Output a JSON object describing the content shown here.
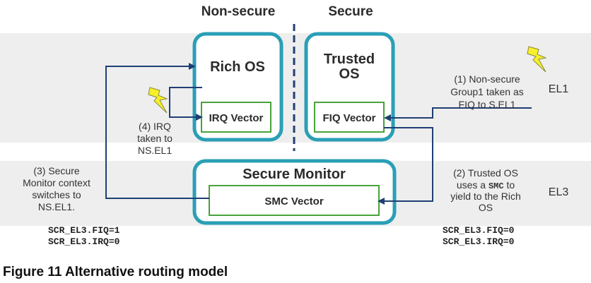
{
  "headers": {
    "non_secure": "Non-secure",
    "secure": "Secure"
  },
  "levels": {
    "el1": "EL1",
    "el3": "EL3"
  },
  "boxes": {
    "rich_os": "Rich OS",
    "trusted_os_line1": "Trusted",
    "trusted_os_line2": "OS",
    "irq_vector": "IRQ Vector",
    "fiq_vector": "FIQ Vector",
    "secure_monitor": "Secure Monitor",
    "smc_vector": "SMC Vector"
  },
  "notes": {
    "step1": [
      "(1) Non-secure",
      "Group1 taken as",
      "FIQ to S.EL1"
    ],
    "step2": {
      "line1": "(2) Trusted OS",
      "line2_pre": "uses a ",
      "line2_code": "SMC",
      "line2_post": " to",
      "line3": "yield to the Rich",
      "line4": "OS"
    },
    "step3": [
      "(3) Secure",
      "Monitor context",
      "switches to",
      "NS.EL1."
    ],
    "step4": [
      "(4) IRQ",
      "taken to",
      "NS.EL1"
    ]
  },
  "registers": {
    "left": [
      "SCR_EL3.FIQ=1",
      "SCR_EL3.IRQ=0"
    ],
    "right": [
      "SCR_EL3.FIQ=0",
      "SCR_EL3.IRQ=0"
    ]
  },
  "caption": "Figure 11 Alternative routing model",
  "colors": {
    "band": "#eeeeee",
    "outer_box_border": "#2a9fb6",
    "inner_box_border": "#48a33b",
    "arrow": "#1f3f73",
    "lightning_fill": "#f7ef2a",
    "lightning_outline": "#8a8a3a"
  }
}
